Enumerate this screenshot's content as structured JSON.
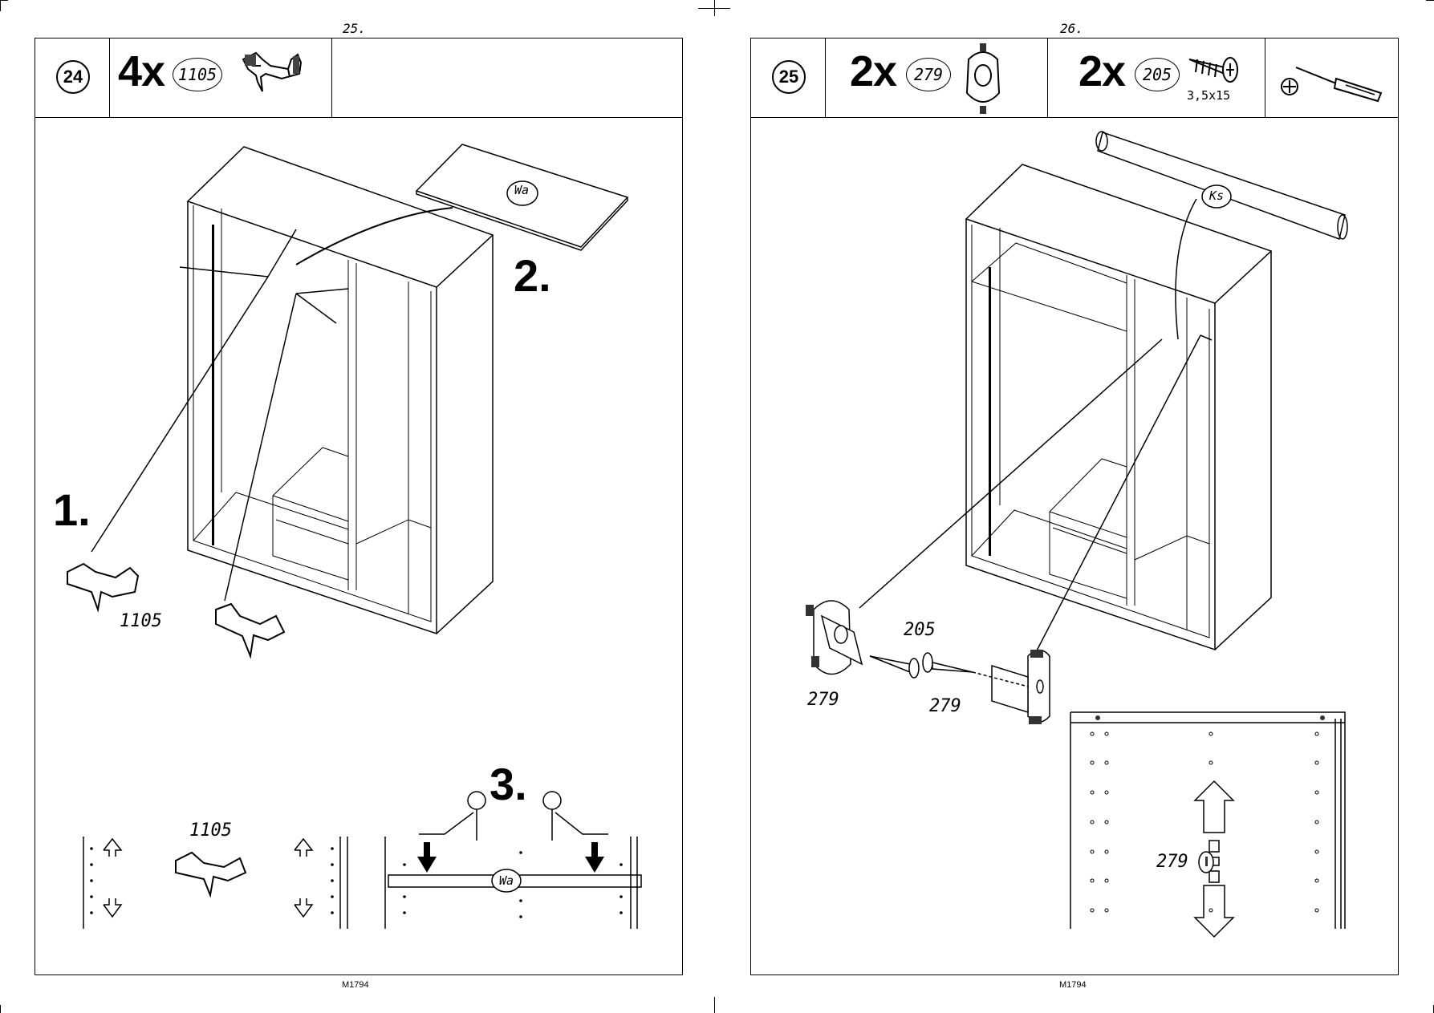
{
  "left_page": {
    "page_number": "25.",
    "footer": "M1794",
    "step": "24",
    "header": {
      "quantity": "4x",
      "part_number": "1105"
    },
    "labels": {
      "part_1105_a": "1105",
      "part_1105_b": "1105",
      "panel_code": "Wa",
      "panel_code_b": "Wa",
      "step_1": "1.",
      "step_2": "2.",
      "step_3": "3."
    }
  },
  "right_page": {
    "page_number": "26.",
    "footer": "M1794",
    "step": "25",
    "header": {
      "quantity_a": "2x",
      "part_number_a": "279",
      "quantity_b": "2x",
      "part_number_b": "205",
      "screw_size": "3,5x15"
    },
    "labels": {
      "rail_code": "Ks",
      "part_205": "205",
      "part_279_a": "279",
      "part_279_b": "279",
      "part_279_c": "279"
    }
  }
}
